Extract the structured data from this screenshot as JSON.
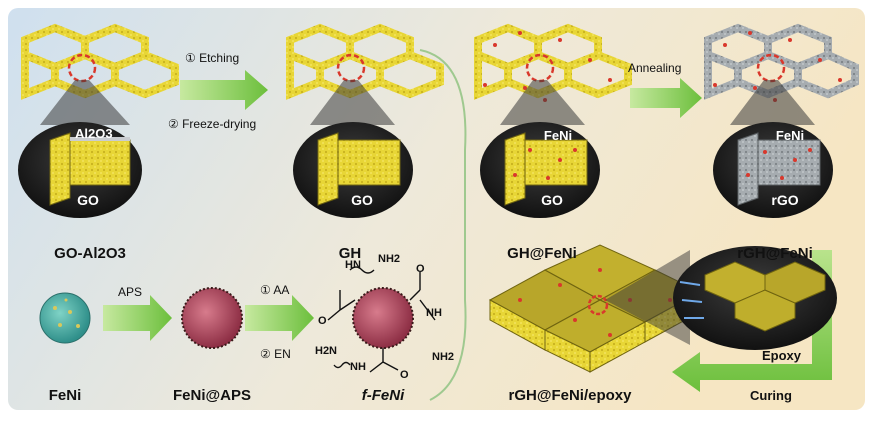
{
  "labels": {
    "go_al2o3": "GO-Al2O3",
    "gh": "GH",
    "gh_feni": "GH@FeNi",
    "rgh_feni": "rGH@FeNi",
    "feni": "FeNi",
    "feni_aps": "FeNi@APS",
    "f_feni": "f-FeNi",
    "rgh_feni_epoxy": "rGH@FeNi/epoxy"
  },
  "steps": {
    "etching": "① Etching",
    "freeze_drying": "② Freeze-drying",
    "annealing": "Annealing",
    "aps": "APS",
    "aa": "① AA",
    "en": "② EN",
    "epoxy": "Epoxy",
    "curing": "Curing"
  },
  "inset_labels": {
    "al2o3": "Al2O3",
    "go_1": "GO",
    "go_2": "GO",
    "feni_1": "FeNi",
    "go_3": "GO",
    "feni_2": "FeNi",
    "rgo": "rGO"
  },
  "chem_groups": {
    "nh_top": "HN",
    "nh2_top": "NH2",
    "o_top": "O",
    "o_left": "O",
    "nh_right": "NH",
    "nh2_right": "NH2",
    "nh_bottom": "NH",
    "h2n_bottom": "H2N",
    "o_bottom": "O"
  },
  "colors": {
    "background_left": "#cfe0ef",
    "background_right": "#f6e6c3",
    "arrow_green": "#8ccf4e",
    "go_yellow": "#e7d433",
    "rgo_gray": "#9aa1a6",
    "marker_red": "#d9382c",
    "particle_red": "#b04a5c"
  }
}
